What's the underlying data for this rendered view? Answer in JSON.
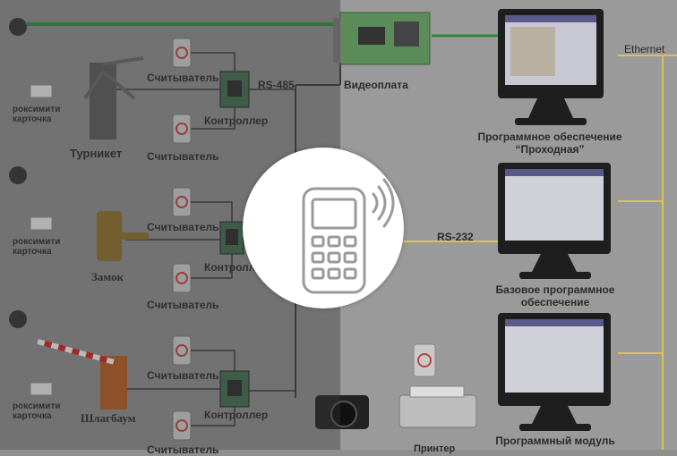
{
  "diagram": {
    "labels": {
      "reader_1": "Считыватель",
      "reader_2": "Считыватель",
      "reader_3": "Считыватель",
      "reader_4": "Считыватель",
      "reader_5": "Считыватель",
      "reader_6": "Считыватель",
      "controller_1": "Контроллер",
      "controller_2": "Контроллер",
      "controller_3": "Контроллер",
      "rs485": "RS-485",
      "rs232": "RS-232",
      "ethernet": "Ethernet",
      "videocard": "Видеоплата",
      "turnstile": "Турникет",
      "lock": "Замок",
      "barrier": "Шлагбаум",
      "card_1_line1": "роксимити",
      "card_1_line2": "карточка",
      "card_2_line1": "роксимити",
      "card_2_line2": "карточка",
      "card_3_line1": "роксимити",
      "card_3_line2": "карточка",
      "software_1_line1": "Программное обеспечение",
      "software_1_line2": "“Проходная”",
      "software_2_line1": "Базовое программное",
      "software_2_line2": "обеспечение",
      "software_3_line1": "Программный модуль",
      "printer_partial": "Принтер"
    },
    "colors": {
      "background": "#8e8e8e",
      "green_line": "#2e8b3a",
      "yellow_line": "#d8c25a",
      "wire": "#3a3a3a",
      "overlay": "#ffffff",
      "icon": "#9a9a9a"
    },
    "overlay_icon": "handheld-terminal-wireless-icon"
  }
}
